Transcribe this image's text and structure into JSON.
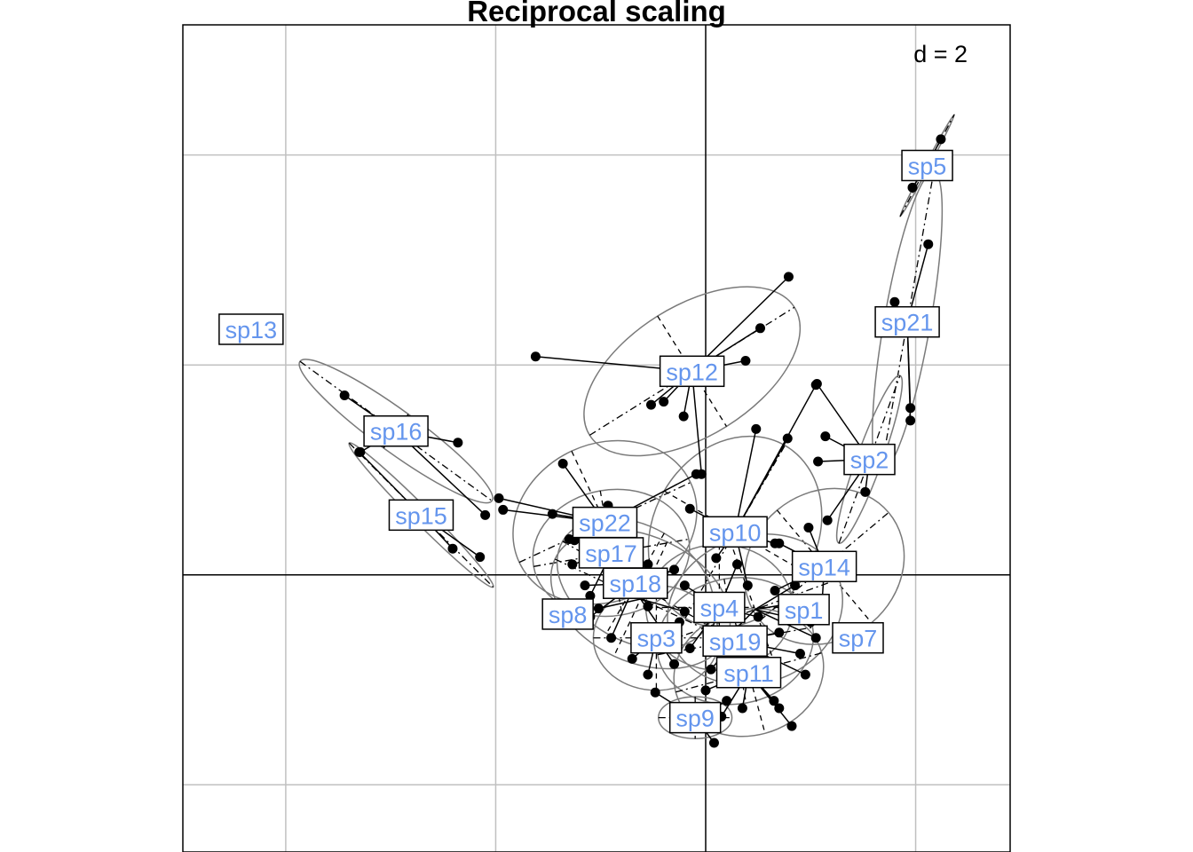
{
  "chart_data": {
    "type": "scatter",
    "title": "Reciprocal scaling",
    "scale_label": "d = 2",
    "grid_step": 2,
    "xlim": [
      -4.98,
      2.9
    ],
    "ylim": [
      -2.64,
      5.24
    ],
    "grid": true,
    "colors": {
      "label_text": "#6495ed",
      "points": "#000000",
      "ellipse": "#7a7a7a",
      "grid": "#c0c0c0"
    },
    "classes": [
      {
        "name": "sp5",
        "center": [
          2.11,
          3.9
        ],
        "ellipse": [
          0.55,
          0.02,
          62
        ],
        "points": [
          [
            2.24,
            4.15
          ],
          [
            1.97,
            3.69
          ]
        ]
      },
      {
        "name": "sp21",
        "center": [
          1.92,
          2.41
        ],
        "ellipse": [
          1.45,
          0.22,
          80
        ],
        "points": [
          [
            2.12,
            3.15
          ],
          [
            1.95,
            1.47
          ],
          [
            1.95,
            1.59
          ],
          [
            1.8,
            2.6
          ]
        ]
      },
      {
        "name": "sp13",
        "center": [
          -4.33,
          2.34
        ],
        "ellipse": [
          0.1,
          0.05,
          0
        ],
        "points": []
      },
      {
        "name": "sp12",
        "center": [
          -0.13,
          1.94
        ],
        "ellipse": [
          1.15,
          0.62,
          32
        ],
        "points": [
          [
            0.79,
            2.84
          ],
          [
            -1.62,
            2.08
          ],
          [
            0.52,
            2.35
          ],
          [
            0.38,
            2.04
          ],
          [
            -0.52,
            1.62
          ],
          [
            -0.21,
            1.51
          ],
          [
            -0.04,
            0.96
          ],
          [
            -0.4,
            1.65
          ]
        ]
      },
      {
        "name": "sp16",
        "center": [
          -2.95,
          1.37
        ],
        "ellipse": [
          1.13,
          0.2,
          -36
        ],
        "points": [
          [
            -3.44,
            1.71
          ],
          [
            -2.36,
            1.26
          ],
          [
            -2.1,
            0.57
          ],
          [
            -3.29,
            1.17
          ]
        ]
      },
      {
        "name": "sp2",
        "center": [
          1.56,
          1.1
        ],
        "ellipse": [
          0.85,
          0.12,
          70
        ],
        "points": [
          [
            1.06,
            1.82
          ],
          [
            1.14,
            1.32
          ],
          [
            1.4,
            1.12
          ],
          [
            1.52,
            0.79
          ],
          [
            1.16,
            0.52
          ],
          [
            1.07,
            1.08
          ]
        ]
      },
      {
        "name": "sp15",
        "center": [
          -2.71,
          0.57
        ],
        "ellipse": [
          0.97,
          0.08,
          -45
        ],
        "points": [
          [
            -3.3,
            1.17
          ],
          [
            -2.41,
            0.25
          ],
          [
            -2.15,
            0.17
          ]
        ]
      },
      {
        "name": "sp22",
        "center": [
          -0.96,
          0.5
        ],
        "ellipse": [
          0.9,
          0.75,
          25
        ],
        "points": [
          [
            -1.36,
            1.06
          ],
          [
            -1.97,
            0.73
          ],
          [
            -1.93,
            0.62
          ],
          [
            -1.46,
            0.58
          ],
          [
            -1.14,
            0.6
          ],
          [
            -0.93,
            0.66
          ],
          [
            -1.3,
            0.34
          ],
          [
            -0.09,
            0.96
          ]
        ]
      },
      {
        "name": "sp10",
        "center": [
          0.28,
          0.41
        ],
        "ellipse": [
          0.95,
          0.78,
          60
        ],
        "points": [
          [
            0.48,
            1.39
          ],
          [
            1.05,
            1.81
          ],
          [
            0.78,
            1.3
          ],
          [
            -0.15,
            0.63
          ],
          [
            0.66,
            0.3
          ],
          [
            0.1,
            0.16
          ],
          [
            0.4,
            -0.1
          ]
        ]
      },
      {
        "name": "sp17",
        "center": [
          -0.9,
          0.21
        ],
        "ellipse": [
          0.75,
          0.6,
          10
        ],
        "points": [
          [
            -1.25,
            0.33
          ],
          [
            -1.27,
            0.1
          ],
          [
            -0.55,
            0.1
          ],
          [
            -0.8,
            -0.05
          ],
          [
            -1.1,
            -0.2
          ]
        ]
      },
      {
        "name": "sp14",
        "center": [
          1.13,
          0.08
        ],
        "ellipse": [
          0.8,
          0.7,
          40
        ],
        "points": [
          [
            0.7,
            0.3
          ],
          [
            0.98,
            0.45
          ],
          [
            0.88,
            0.1
          ],
          [
            0.66,
            -0.15
          ],
          [
            1.1,
            -0.4
          ]
        ]
      },
      {
        "name": "sp18",
        "center": [
          -0.67,
          -0.08
        ],
        "ellipse": [
          0.8,
          0.55,
          -30
        ],
        "points": [
          [
            -1.15,
            -0.1
          ],
          [
            -1.1,
            -0.4
          ],
          [
            -0.55,
            -0.3
          ],
          [
            -0.3,
            0.05
          ],
          [
            -0.9,
            -0.6
          ]
        ]
      },
      {
        "name": "sp8",
        "center": [
          -0.62,
          -0.23
        ],
        "ellipse": [
          0.9,
          0.6,
          -25
        ],
        "points": [
          [
            -1.02,
            -0.32
          ],
          [
            -0.2,
            -0.35
          ],
          [
            -0.4,
            -0.55
          ],
          [
            -0.75,
            0.05
          ]
        ]
      },
      {
        "name": "sp4",
        "center": [
          0.13,
          -0.31
        ],
        "ellipse": [
          0.7,
          0.6,
          0
        ],
        "points": [
          [
            -0.2,
            -0.1
          ],
          [
            0.3,
            0.1
          ],
          [
            0.05,
            -0.55
          ],
          [
            0.5,
            -0.4
          ],
          [
            -0.15,
            -0.7
          ]
        ]
      },
      {
        "name": "sp1",
        "center": [
          0.47,
          -0.33
        ],
        "ellipse": [
          0.85,
          0.7,
          20
        ],
        "points": [
          [
            0.95,
            -0.25
          ],
          [
            1.0,
            -0.45
          ],
          [
            0.85,
            -0.1
          ],
          [
            0.2,
            -0.6
          ],
          [
            1.05,
            -0.6
          ]
        ]
      },
      {
        "name": "sp7",
        "center": [
          1.45,
          -0.6
        ],
        "ellipse": [
          0.1,
          0.05,
          0
        ],
        "points": []
      },
      {
        "name": "sp3",
        "center": [
          -0.47,
          -0.6
        ],
        "ellipse": [
          0.6,
          0.5,
          0
        ],
        "points": [
          [
            -0.7,
            -0.8
          ],
          [
            -0.3,
            -0.85
          ],
          [
            -0.25,
            -0.45
          ],
          [
            -0.55,
            -0.95
          ]
        ]
      },
      {
        "name": "sp19",
        "center": [
          0.28,
          -0.63
        ],
        "ellipse": [
          0.75,
          0.6,
          10
        ],
        "points": [
          [
            0.7,
            -0.55
          ],
          [
            0.9,
            -0.75
          ],
          [
            0.05,
            -0.9
          ],
          [
            0.55,
            -1.0
          ],
          [
            0.95,
            -0.95
          ]
        ]
      },
      {
        "name": "sp11",
        "center": [
          0.41,
          -0.93
        ],
        "ellipse": [
          0.72,
          0.6,
          15
        ],
        "points": [
          [
            0.0,
            -1.1
          ],
          [
            0.35,
            -1.27
          ],
          [
            0.7,
            -1.27
          ],
          [
            0.82,
            -1.44
          ],
          [
            0.65,
            -1.2
          ],
          [
            0.15,
            -1.35
          ]
        ]
      },
      {
        "name": "sp9",
        "center": [
          -0.1,
          -1.36
        ],
        "ellipse": [
          0.35,
          0.2,
          0
        ],
        "points": [
          [
            -0.48,
            -1.12
          ],
          [
            -0.24,
            -1.4
          ],
          [
            0.08,
            -1.6
          ],
          [
            0.2,
            -1.2
          ]
        ]
      }
    ]
  }
}
